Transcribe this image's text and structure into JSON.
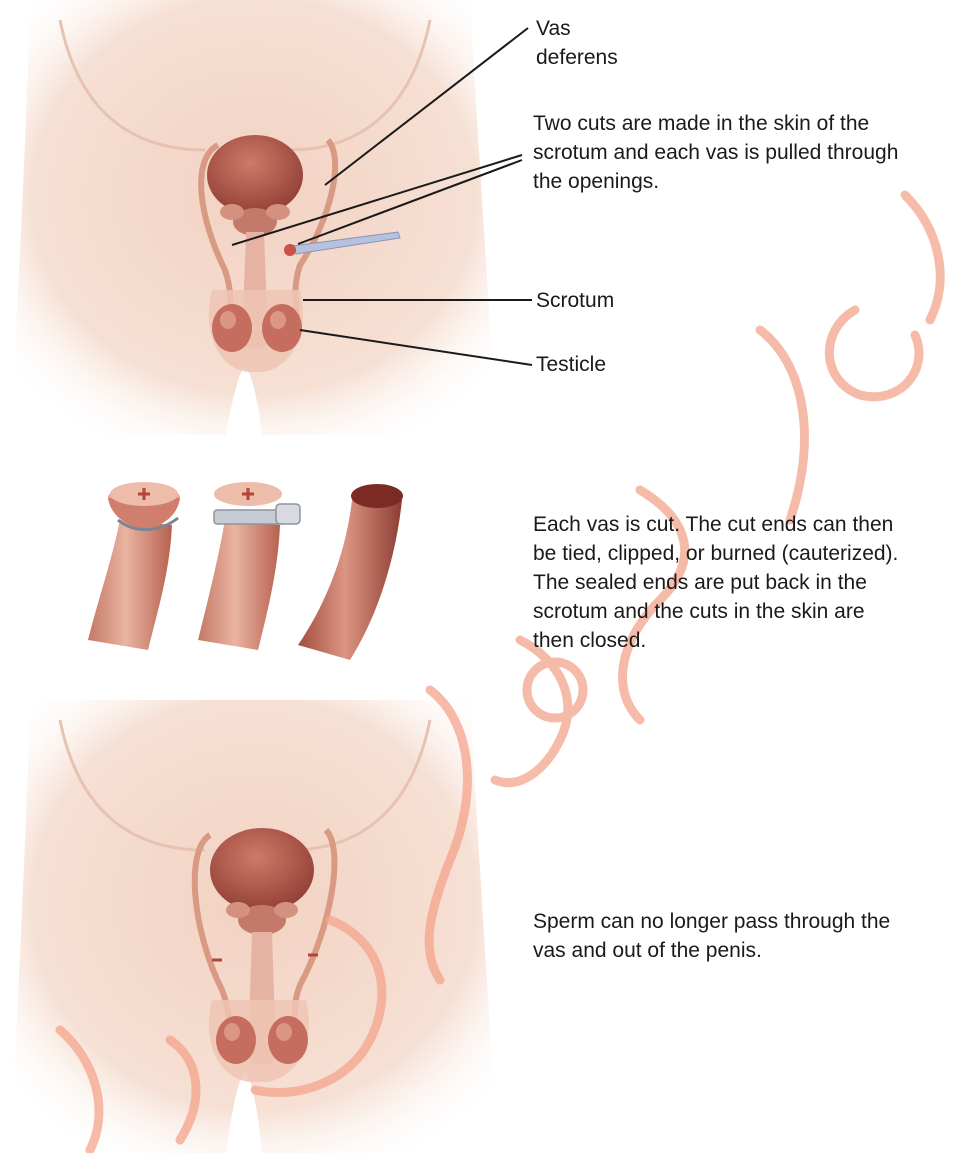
{
  "labels": {
    "vas_deferens": "Vas\ndeferens",
    "scrotum": "Scrotum",
    "testicle": "Testicle"
  },
  "captions": {
    "step1": [
      "Two cuts are made in the skin of the",
      "scrotum and each vas is pulled through",
      "the openings."
    ],
    "step2": [
      "Each vas is cut. The cut ends can then",
      "be tied, clipped, or burned (cauterized).",
      "The sealed ends are put back in the",
      "scrotum and the cuts in the skin are",
      "then closed."
    ],
    "step3": [
      "Sperm can no longer pass through the",
      "vas and out of the penis."
    ]
  },
  "watermark_text": "ﺳﺘﺎﺭﻩ ﻫﺎﻱ ﺍﻳﺮﺍﻥ",
  "colors": {
    "skin": "#f3d7c9",
    "organ": "#b2574a",
    "vas": "#d99a84",
    "instrument": "#aab7d6",
    "leader": "#1a1a1a",
    "watermark": "#f4a48c"
  }
}
